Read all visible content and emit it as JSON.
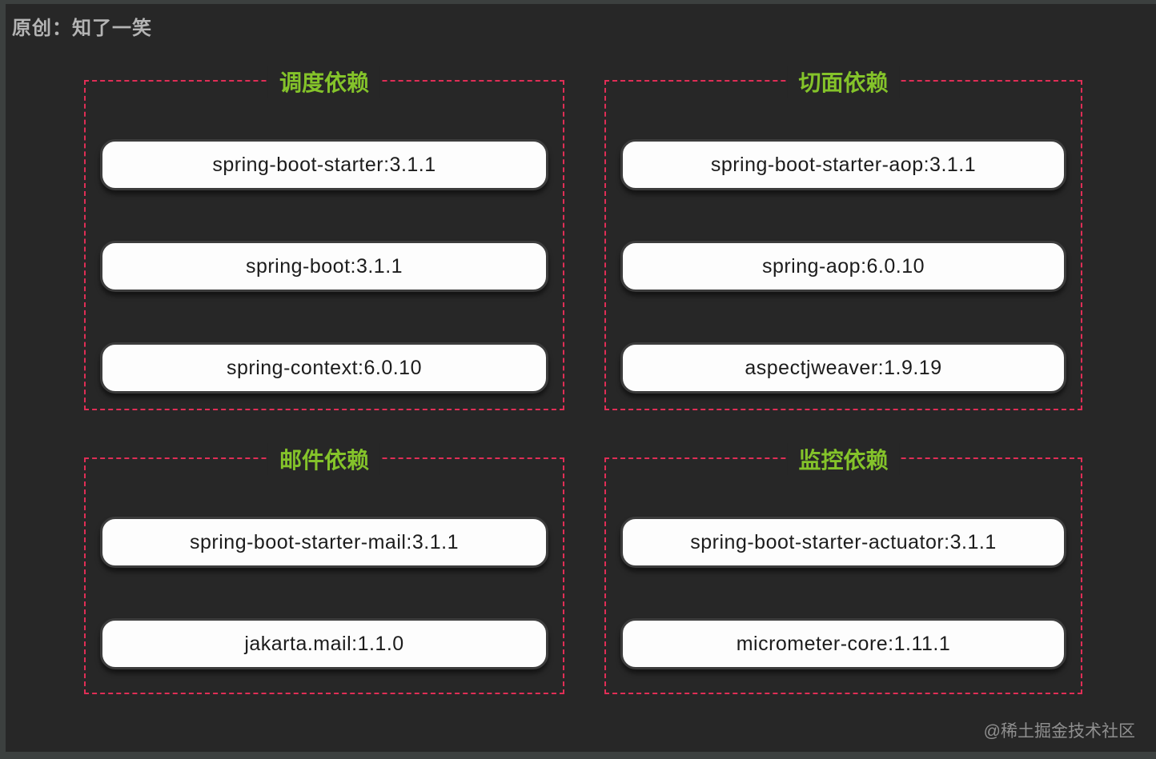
{
  "page": {
    "header": "原创：知了一笑",
    "watermark": "@稀土掘金技术社区",
    "colors": {
      "background": "#272727",
      "frame": "#3c403f",
      "group_border": "#e02e56",
      "group_title": "#84c32a",
      "pill_bg": "#fdfdfd",
      "pill_border": "#3c3c3c",
      "pill_text": "#1c1c1c",
      "header_text": "#b4b4b4",
      "watermark_text": "#8f8f8f"
    }
  },
  "groups": [
    {
      "title": "调度依赖",
      "items": [
        "spring-boot-starter:3.1.1",
        "spring-boot:3.1.1",
        "spring-context:6.0.10"
      ]
    },
    {
      "title": "切面依赖",
      "items": [
        "spring-boot-starter-aop:3.1.1",
        "spring-aop:6.0.10",
        "aspectjweaver:1.9.19"
      ]
    },
    {
      "title": "邮件依赖",
      "items": [
        "spring-boot-starter-mail:3.1.1",
        "jakarta.mail:1.1.0"
      ]
    },
    {
      "title": "监控依赖",
      "items": [
        "spring-boot-starter-actuator:3.1.1",
        "micrometer-core:1.11.1"
      ]
    }
  ]
}
